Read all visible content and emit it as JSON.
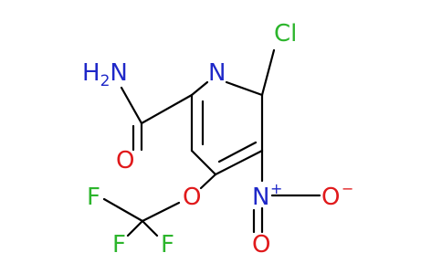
{
  "colors": {
    "carbon_bond": "#000000",
    "nitrogen": "#1f28c8",
    "oxygen": "#e0191b",
    "chlorine": "#2cb52c",
    "fluorine": "#2cb52c"
  },
  "atoms": {
    "amide_n": "H2N",
    "amide_o": "O",
    "ring_n": "N",
    "cl": "Cl",
    "ether_o": "O",
    "nitro_n": "N",
    "nitro_n_charge": "+",
    "nitro_o_right": "O",
    "nitro_o_right_charge": "−",
    "nitro_o_bottom": "O",
    "f_left": "F",
    "f_bottom": "F",
    "f_right": "F"
  }
}
